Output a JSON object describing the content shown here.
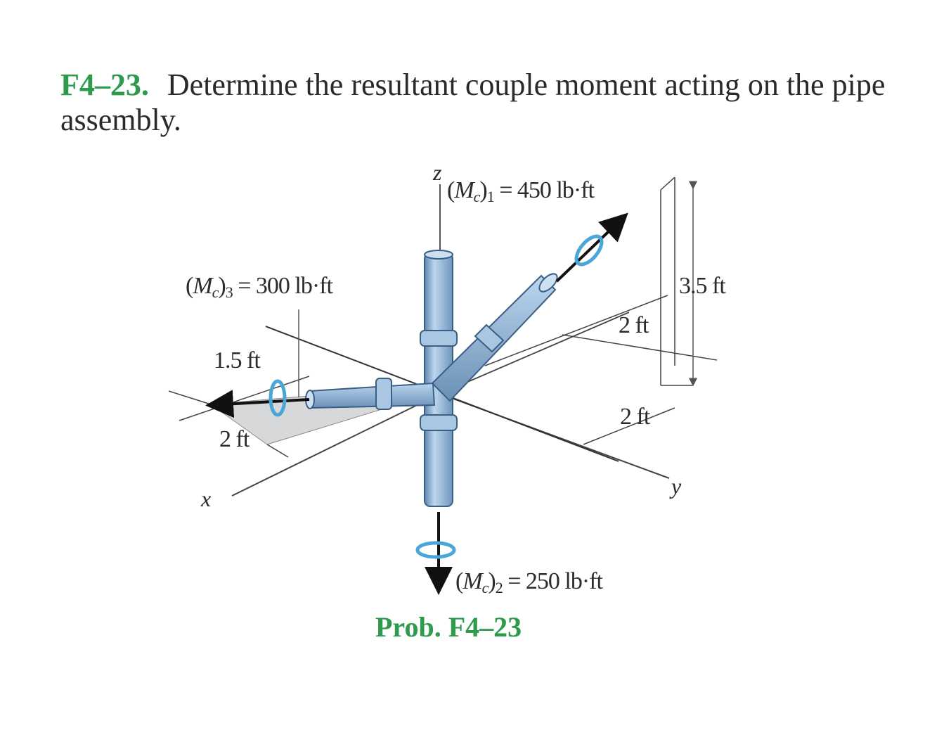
{
  "problem": {
    "number": "F4–23.",
    "text": "Determine the resultant couple moment acting on the pipe assembly."
  },
  "figure": {
    "moments": {
      "m1": {
        "symbol": "M",
        "subscript": "c",
        "index": "1",
        "value": "= 450 lb·ft"
      },
      "m2": {
        "symbol": "M",
        "subscript": "c",
        "index": "2",
        "value": "= 250 lb·ft"
      },
      "m3": {
        "symbol": "M",
        "subscript": "c",
        "index": "3",
        "value": "= 300 lb·ft"
      }
    },
    "dimensions": {
      "d_3_5": "3.5 ft",
      "d_2_top": "2 ft",
      "d_2_mid": "2 ft",
      "d_1_5": "1.5 ft",
      "d_2_left": "2 ft"
    },
    "axes": {
      "x": "x",
      "y": "y",
      "z": "z"
    },
    "caption": "Prob. F4–23"
  },
  "colors": {
    "title_green": "#2e9a4c",
    "pipe_fill": "#8fb3d6",
    "pipe_edge": "#3a5f85",
    "moment_arc": "#4aa6d6",
    "shading": "#d4d6d8"
  }
}
